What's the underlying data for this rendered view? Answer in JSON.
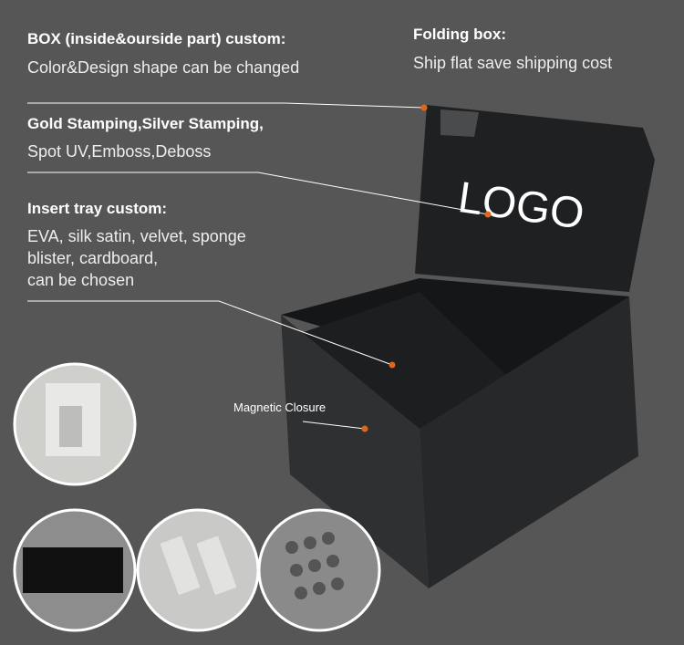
{
  "callouts": {
    "box_custom": {
      "title": "BOX (inside&ourside part) custom:",
      "desc": "Color&Design shape can be changed"
    },
    "folding": {
      "title": "Folding box:",
      "desc": "Ship flat save shipping cost"
    },
    "stamping": {
      "title": "Gold Stamping,Silver Stamping,",
      "desc": "Spot UV,Emboss,Deboss"
    },
    "insert": {
      "title": "Insert tray custom:",
      "lines": [
        "EVA, silk satin, velvet, sponge",
        "blister, cardboard,",
        "can be chosen"
      ]
    },
    "magnetic": "Magnetic Closure"
  },
  "logo_text": "LOGO",
  "colors": {
    "background": "#565656",
    "accent_dot": "#e0661c",
    "box": "#2a2b2d"
  }
}
